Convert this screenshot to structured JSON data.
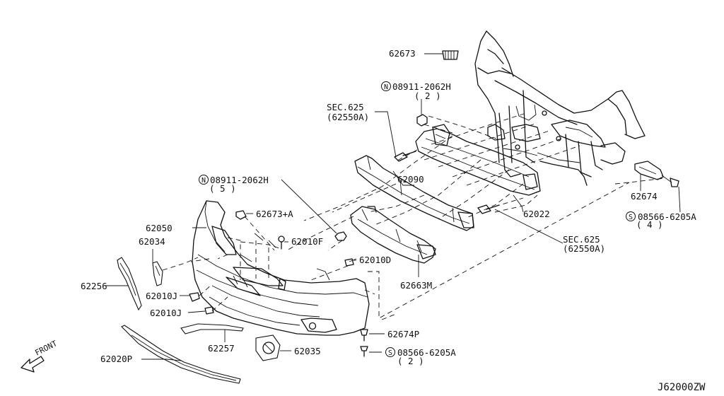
{
  "diagram_code": "J62000ZW",
  "front_label": "FRONT",
  "labels": {
    "p62673_top": "62673",
    "n08911_2062h_top": "08911-2062H",
    "n08911_2062h_top_qty": "( 2 )",
    "sec625_top": "SEC.625",
    "sec625_top_sub": "(62550A)",
    "p62090": "62090",
    "n08911_2062h_left": "08911-2062H",
    "n08911_2062h_left_qty": "( 5 )",
    "p62673a": "62673+A",
    "p62050": "62050",
    "p62010f": "62010F",
    "p62034": "62034",
    "p62010d": "62010D",
    "p62022": "62022",
    "p62674": "62674",
    "s08566_6205a_right": "08566-6205A",
    "s08566_6205a_right_qty": "( 4 )",
    "sec625_bottom": "SEC.625",
    "sec625_bottom_sub": "(62550A)",
    "p62256": "62256",
    "p62010j_1": "62010J",
    "p62010j_2": "62010J",
    "p62663m": "62663M",
    "p62674p": "62674P",
    "p62257": "62257",
    "p62035": "62035",
    "s08566_6205a_bottom": "08566-6205A",
    "s08566_6205a_bottom_qty": "( 2 )",
    "p62020p": "62020P"
  },
  "prefix_symbols": {
    "nut": "N",
    "screw": "S"
  }
}
